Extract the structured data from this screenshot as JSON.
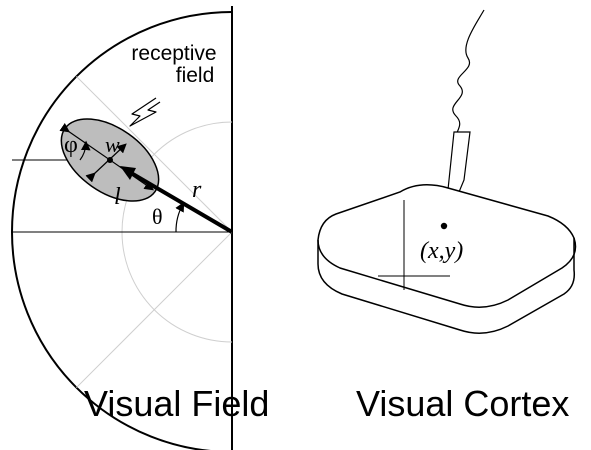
{
  "visual_field": {
    "caption": "Visual Field",
    "annotation": {
      "receptive_field_line1": "receptive",
      "receptive_field_line2": "field"
    },
    "symbols": {
      "phi": "φ",
      "w": "w",
      "l": "l",
      "r": "r",
      "theta": "θ"
    }
  },
  "visual_cortex": {
    "caption": "Visual Cortex",
    "point_label": "(x,y)"
  },
  "colors": {
    "stroke": "#000000",
    "ellipse_fill": "#bdbdbd",
    "guide_lines": "#c8c8c8",
    "background": "#ffffff"
  }
}
